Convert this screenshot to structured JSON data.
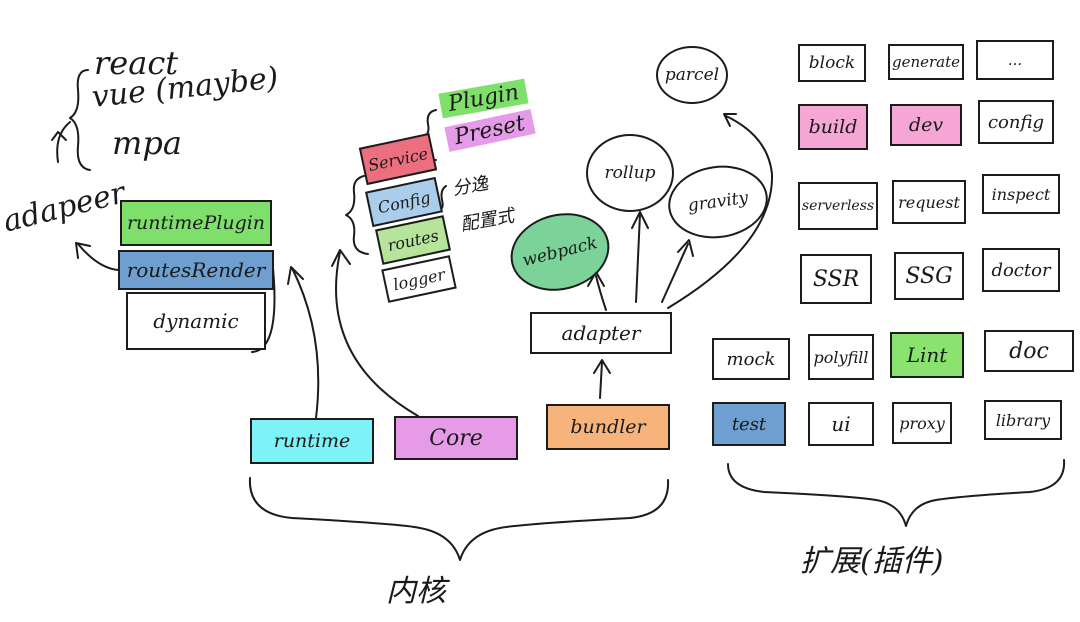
{
  "frameworks": {
    "react": "react",
    "vue": "vue (maybe)",
    "mpa": "mpa"
  },
  "adapter_left": "adapeer",
  "runtime_stack": {
    "runtime_plugin": "runtimePlugin",
    "routes_render": "routesRender",
    "dynamic": "dynamic"
  },
  "core_stack": {
    "service": "Service",
    "config": "Config",
    "routes": "routes",
    "logger": "logger",
    "plugin": "Plugin",
    "preset": "Preset",
    "split": "分逸",
    "config_cn": "配置式"
  },
  "bundlers": {
    "webpack": "webpack",
    "rollup": "rollup",
    "gravity": "gravity",
    "parcel": "parcel",
    "adapter": "adapter"
  },
  "kernel": {
    "runtime": "runtime",
    "core": "Core",
    "bundler": "bundler",
    "caption": "内核"
  },
  "plugins": {
    "row1": [
      "block",
      "generate",
      "..."
    ],
    "row2": [
      "build",
      "dev",
      "config"
    ],
    "row3": [
      "serverless",
      "request",
      "inspect"
    ],
    "row4": [
      "SSR",
      "SSG",
      "doctor"
    ],
    "row5": [
      "mock",
      "polyfill",
      "Lint",
      "doc"
    ],
    "row6": [
      "test",
      "ui",
      "proxy",
      "library"
    ],
    "caption": "扩展(插件)"
  },
  "colors": {
    "green": "#7ee06a",
    "blue": "#6f9fd0",
    "red": "#ec6f80",
    "pink": "#f5a6d4",
    "purple": "#e59be8",
    "cyan": "#7df3f7",
    "orange": "#f6b47c",
    "lightgreen": "#b7e49b",
    "lightblue": "#a9cdea",
    "webpack": "#7bd39a",
    "lint": "#8be36f",
    "test": "#6f9fd0"
  }
}
